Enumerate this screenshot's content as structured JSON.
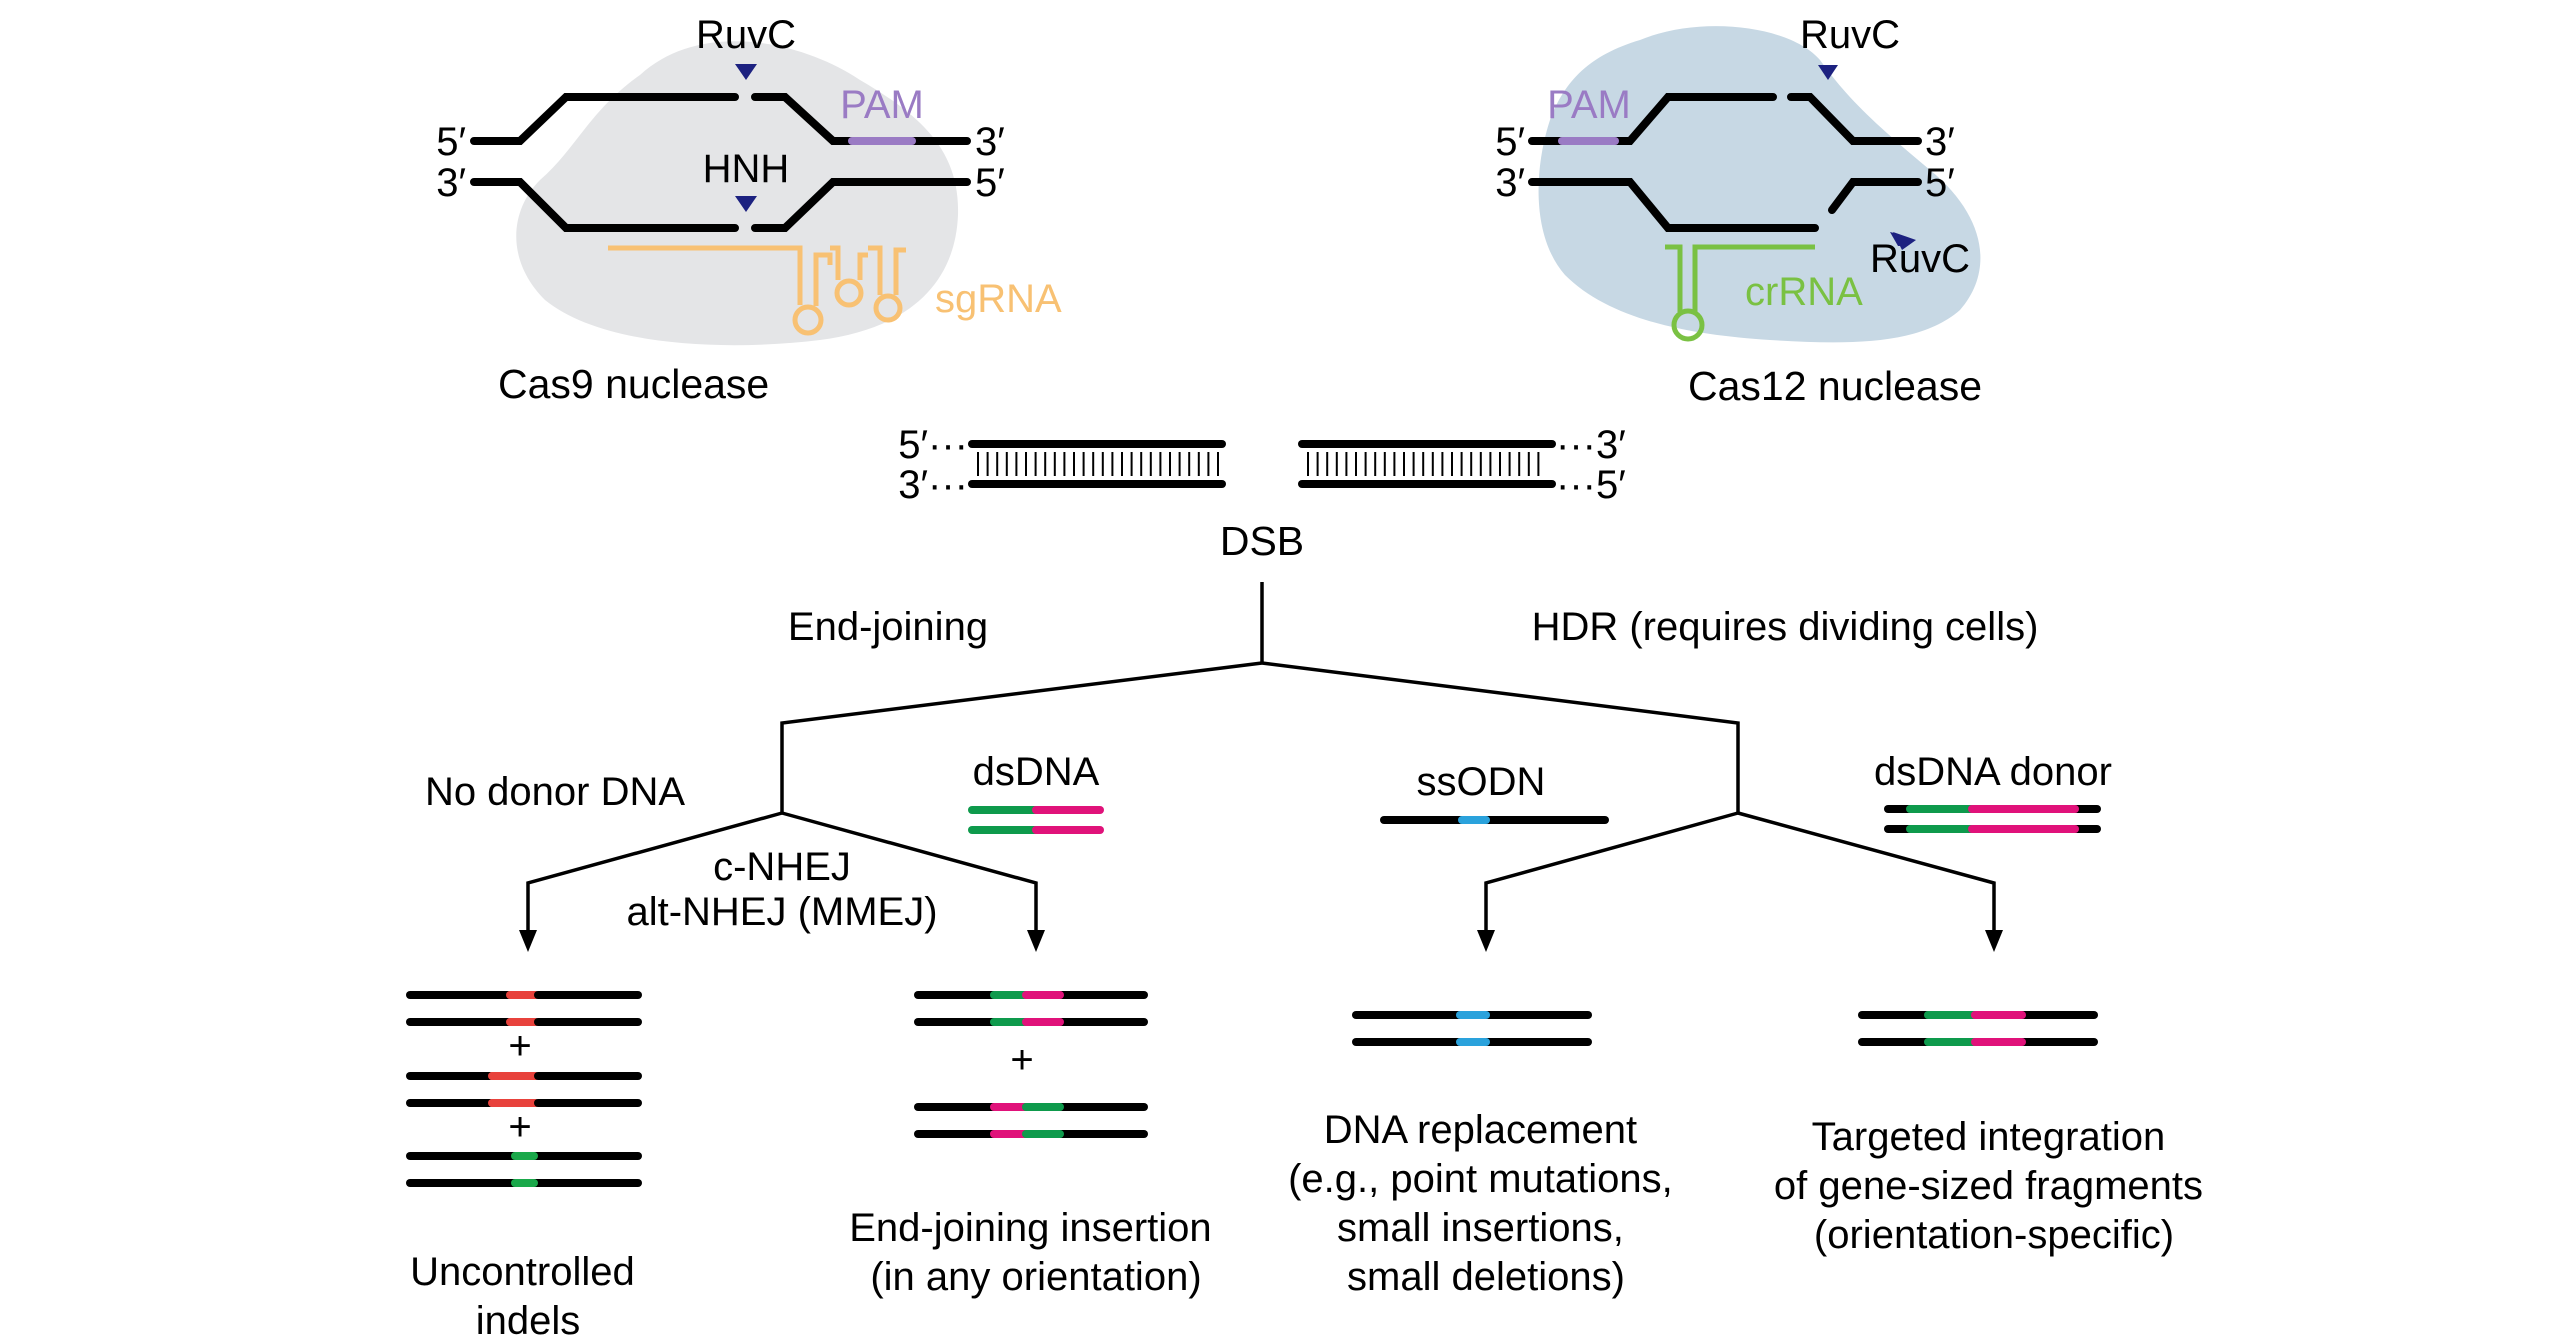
{
  "colors": {
    "cas9_body": "#e4e5e7",
    "cas12_body": "#c7d8e4",
    "pam": "#9a7bc4",
    "sgrna": "#f8c173",
    "crrna": "#7ac143",
    "cleavage_marker": "#1c2180",
    "strand": "#000000",
    "indel_deletion": "#e8423c",
    "indel_insertion": "#1aa84a",
    "donor_green": "#0e9a4c",
    "donor_magenta": "#e0127a",
    "ssodn_blue": "#2aa2dc"
  },
  "cas9": {
    "title": "Cas9 nuclease",
    "ruvc_label": "RuvC",
    "hnh_label": "HNH",
    "pam_label": "PAM",
    "guide_label": "sgRNA",
    "top_left_end": "5′",
    "top_right_end": "3′",
    "bottom_left_end": "3′",
    "bottom_right_end": "5′"
  },
  "cas12": {
    "title": "Cas12 nuclease",
    "ruvc_top_label": "RuvC",
    "ruvc_bottom_label": "RuvC",
    "pam_label": "PAM",
    "guide_label": "crRNA",
    "top_left_end": "5′",
    "top_right_end": "3′",
    "bottom_left_end": "3′",
    "bottom_right_end": "5′"
  },
  "dsb": {
    "label": "DSB",
    "left_top_end": "5′···",
    "left_bottom_end": "3′···",
    "right_top_end": "···3′",
    "right_bottom_end": "···5′"
  },
  "pathways": {
    "end_joining": "End-joining",
    "hdr": "HDR (requires dividing cells)"
  },
  "donors": {
    "none": "No donor DNA",
    "dsdna": "dsDNA",
    "ssodn": "ssODN",
    "dsdna_donor": "dsDNA donor"
  },
  "mechanism": {
    "line1": "c-NHEJ",
    "line2": "alt-NHEJ (MMEJ)"
  },
  "plus_sign": "+",
  "outcomes": [
    {
      "lines": [
        "Uncontrolled",
        "indels"
      ]
    },
    {
      "lines": [
        "End-joining insertion",
        "(in any orientation)"
      ]
    },
    {
      "lines": [
        "DNA replacement",
        "(e.g., point mutations,",
        "small insertions,",
        "small deletions)"
      ]
    },
    {
      "lines": [
        "Targeted integration",
        "of gene-sized fragments",
        "(orientation-specific)"
      ]
    }
  ]
}
